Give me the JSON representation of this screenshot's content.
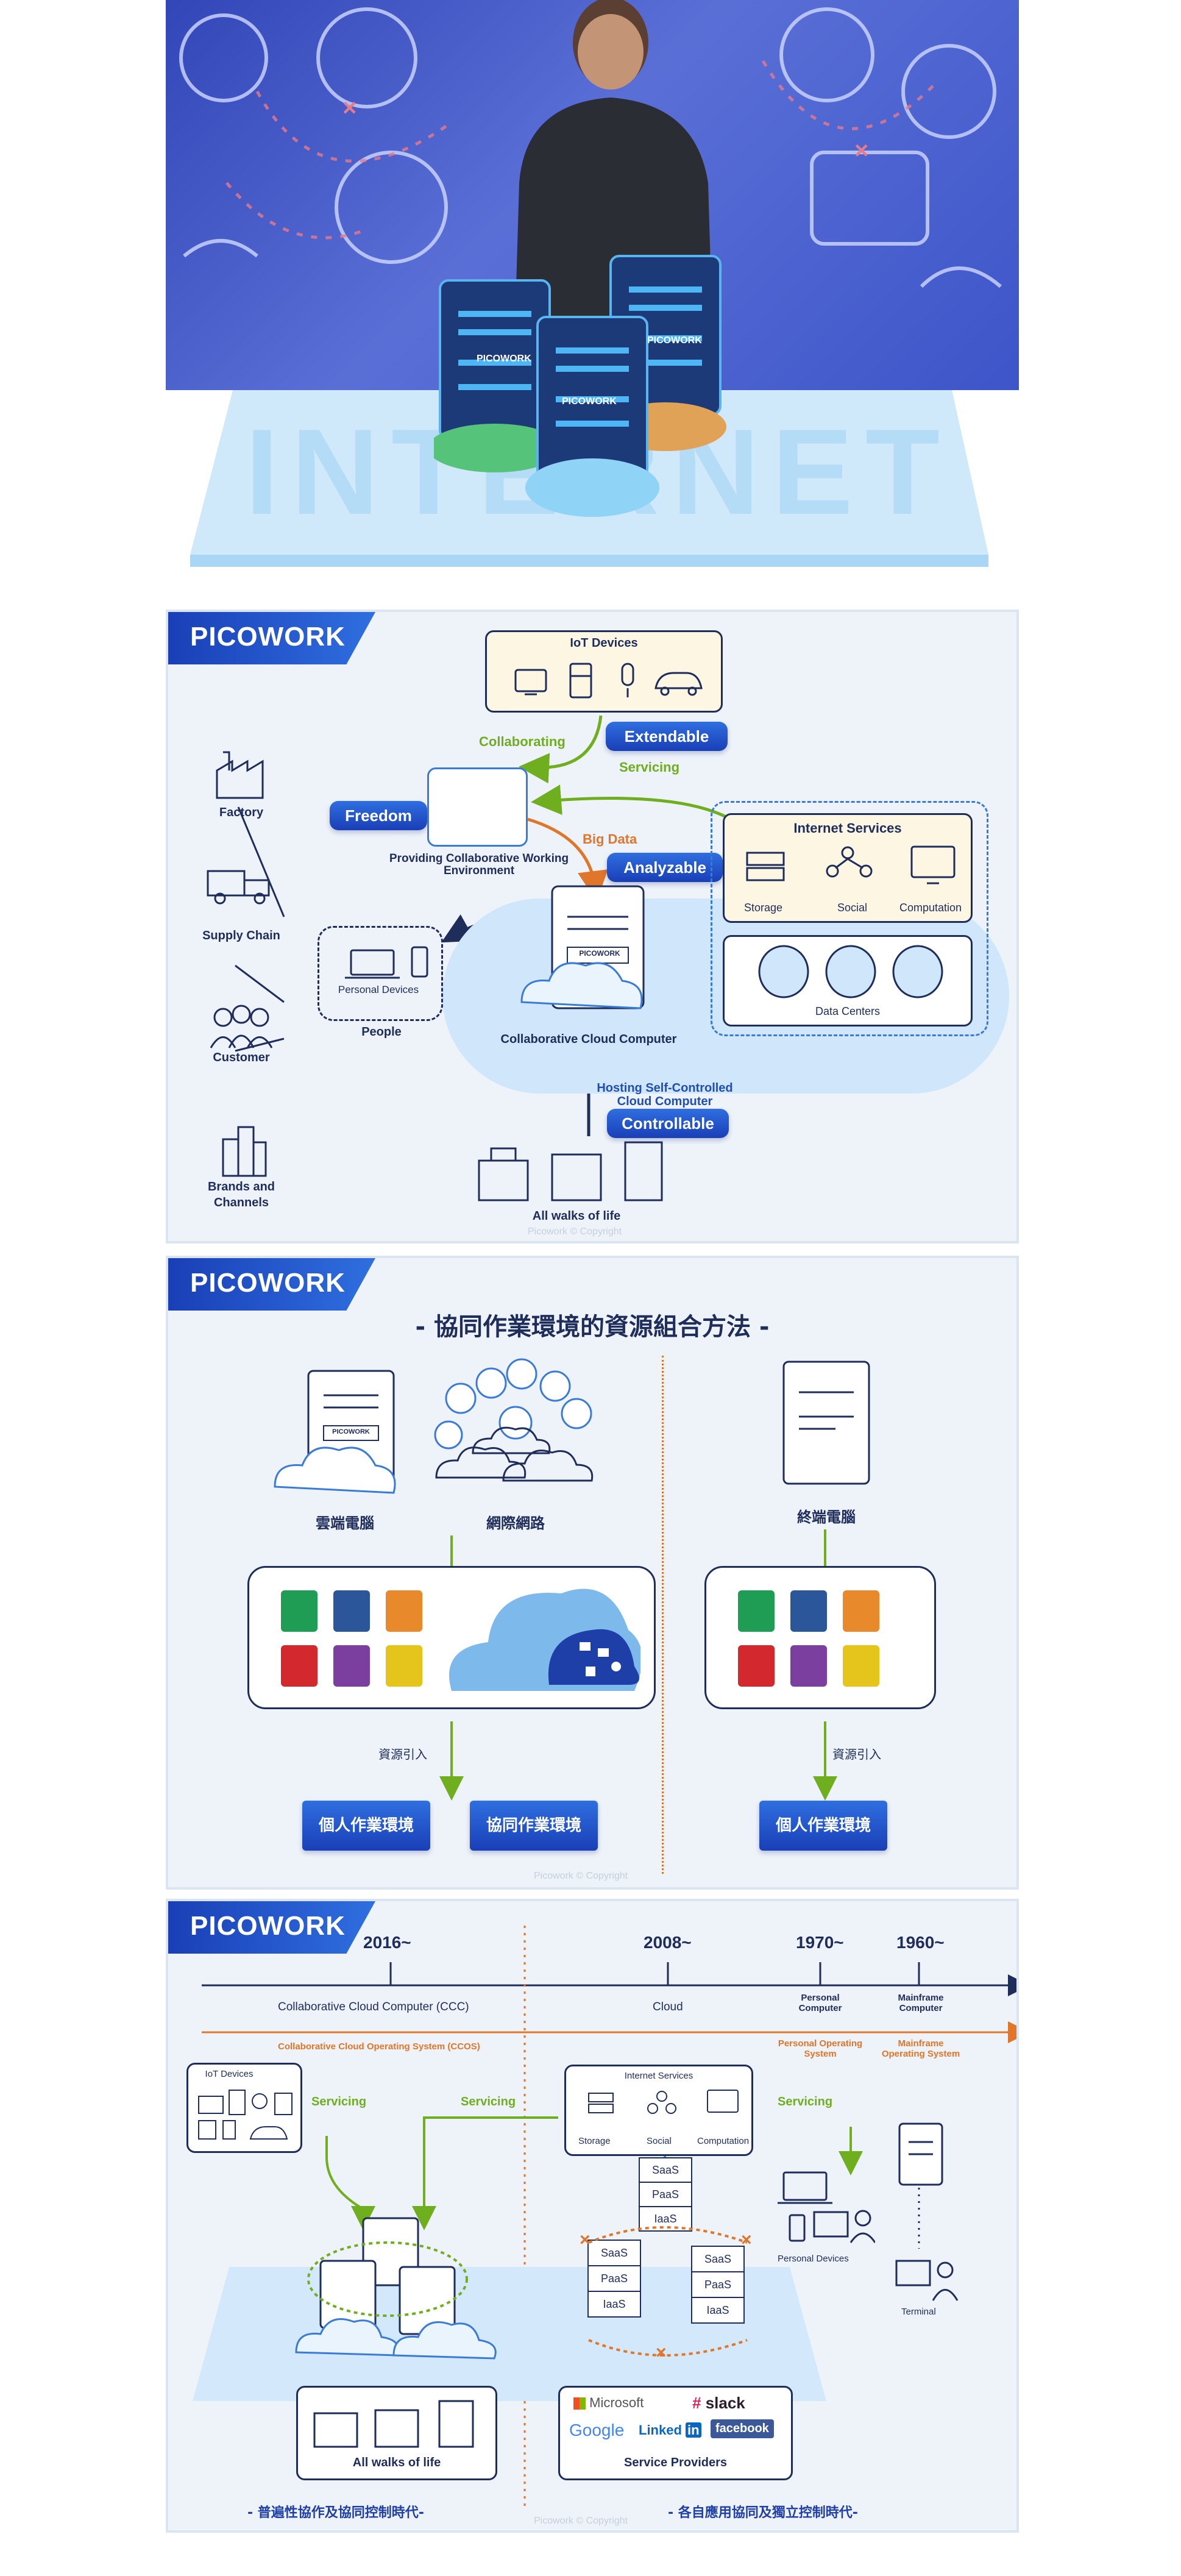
{
  "hero": {
    "iconset": [
      "people-icon",
      "monitor-icon",
      "cloud-icon",
      "phone-icon",
      "tablet-icon",
      "tv-icon",
      "building-icon"
    ],
    "server_brand": "PICOWORK",
    "platform_text": "INTERNET"
  },
  "panel1": {
    "logo": "PICOWORK",
    "iot_title": "IoT Devices",
    "collaborating": "Collaborating",
    "extendable": "Extendable",
    "servicing": "Servicing",
    "freedom": "Freedom",
    "providing_env": "Providing Collaborative Working Environment",
    "big_data": "Big Data",
    "analyzable": "Analyzable",
    "internet_services": "Internet Services",
    "storage": "Storage",
    "social": "Social",
    "computation": "Computation",
    "data_centers": "Data Centers",
    "factory": "Factory",
    "supply_chain": "Supply Chain",
    "customer": "Customer",
    "brands": "Brands and Channels",
    "personal_devices": "Personal Devices",
    "people": "People",
    "ccc": "Collaborative Cloud Computer",
    "server_brand": "PICOWORK",
    "hosting": "Hosting Self-Controlled Cloud Computer",
    "controllable": "Controllable",
    "walks": "All walks of life",
    "watermark": "Picowork © Copyright"
  },
  "panel2": {
    "logo": "PICOWORK",
    "title": "- 協同作業環境的資源組合方法 -",
    "cloud_pc": "雲端電腦",
    "internet": "網際網路",
    "terminal": "終端電腦",
    "import_left": "資源引入",
    "import_right": "資源引入",
    "personal_env_left": "個人作業環境",
    "collab_env": "協同作業環境",
    "personal_env_right": "個人作業環境",
    "server_brand": "PICOWORK",
    "file_colors": [
      "#1f9d55",
      "#2b579a",
      "#e8892b",
      "#d2282e",
      "#7b3fa0",
      "#e5c51c"
    ],
    "watermark": "Picowork © Copyright"
  },
  "panel3": {
    "logo": "PICOWORK",
    "year_2016": "2016~",
    "year_2008": "2008~",
    "year_1970": "1970~",
    "year_1960": "1960~",
    "ccc": "Collaborative Cloud Computer (CCC)",
    "cloud": "Cloud",
    "personal_computer": "Personal Computer",
    "mainframe_computer": "Mainframe Computer",
    "ccos": "Collaborative Cloud Operating System (CCOS)",
    "personal_os": "Personal Operating System",
    "mainframe_os": "Mainframe Operating System",
    "iot_devices": "IoT Devices",
    "servicing_1": "Servicing",
    "servicing_2": "Servicing",
    "servicing_3": "Servicing",
    "internet_services": "Internet Services",
    "storage": "Storage",
    "social": "Social",
    "computation": "Computation",
    "saas": "SaaS",
    "paas": "PaaS",
    "iaas": "IaaS",
    "personal_devices": "Personal Devices",
    "terminal": "Terminal",
    "walks": "All walks of life",
    "microsoft": "Microsoft",
    "slack": "slack",
    "google": "Google",
    "linkedin": "Linked",
    "linkedin_in": "in",
    "facebook": "facebook",
    "service_providers": "Service Providers",
    "era_left": "- 普遍性協作及協同控制時代-",
    "era_right": "- 各自應用協同及獨立控制時代-",
    "watermark": "Picowork © Copyright"
  }
}
